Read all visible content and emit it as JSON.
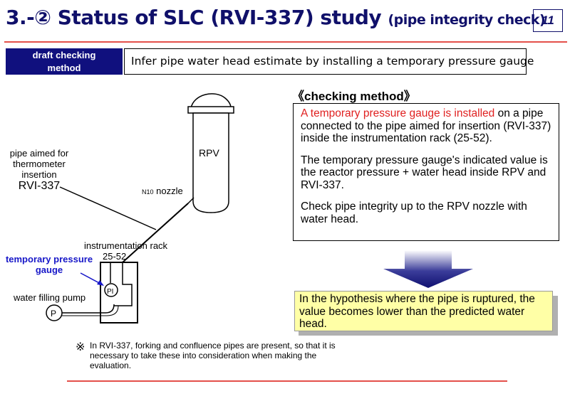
{
  "header": {
    "title": "3.-② Status of SLC (RVI-337) study",
    "title_sub": "(pipe integrity check)",
    "page_number": "11"
  },
  "method": {
    "label_line1": "draft checking",
    "label_line2": "method",
    "text": "Infer pipe water head estimate by installing a temporary pressure gauge"
  },
  "diagram": {
    "pipe_label_line1": "pipe aimed for",
    "pipe_label_line2": "thermometer",
    "pipe_label_line3": "insertion",
    "pipe_label_line4": "RVI-337",
    "rpv_label": "RPV",
    "nozzle_prefix": "N10",
    "nozzle_label": "nozzle",
    "rack_label_line1": "instrumentation rack",
    "rack_label_line2": "25-52",
    "gauge_label_line1": "temporary pressure",
    "gauge_label_line2": "gauge",
    "gauge_symbol": "PI",
    "pump_label": "water filling pump",
    "pump_symbol": "P"
  },
  "checking_method": {
    "title": "《checking method》",
    "p1_highlight": "A temporary pressure gauge is installed",
    "p1_rest": " on a pipe connected to the pipe aimed for insertion (RVI-337) inside the instrumentation rack (25-52).",
    "p2": "The temporary pressure gauge's indicated value is the reactor pressure + water head inside RPV and RVI-337.",
    "p3": "Check pipe integrity up to the RPV nozzle with water head."
  },
  "hypothesis": {
    "text": "In the hypothesis where the pipe is ruptured, the value becomes lower than the predicted water head."
  },
  "note": {
    "mark": "※",
    "text": "In RVI-337, forking and confluence pipes are present, so that it is necessary to take these into consideration when making the evaluation."
  },
  "colors": {
    "title_navy": "#10106a",
    "rule_red": "#e4504a",
    "highlight_red": "#e02020",
    "label_blue": "#1717c8",
    "hypothesis_yellow": "#ffffa6"
  }
}
